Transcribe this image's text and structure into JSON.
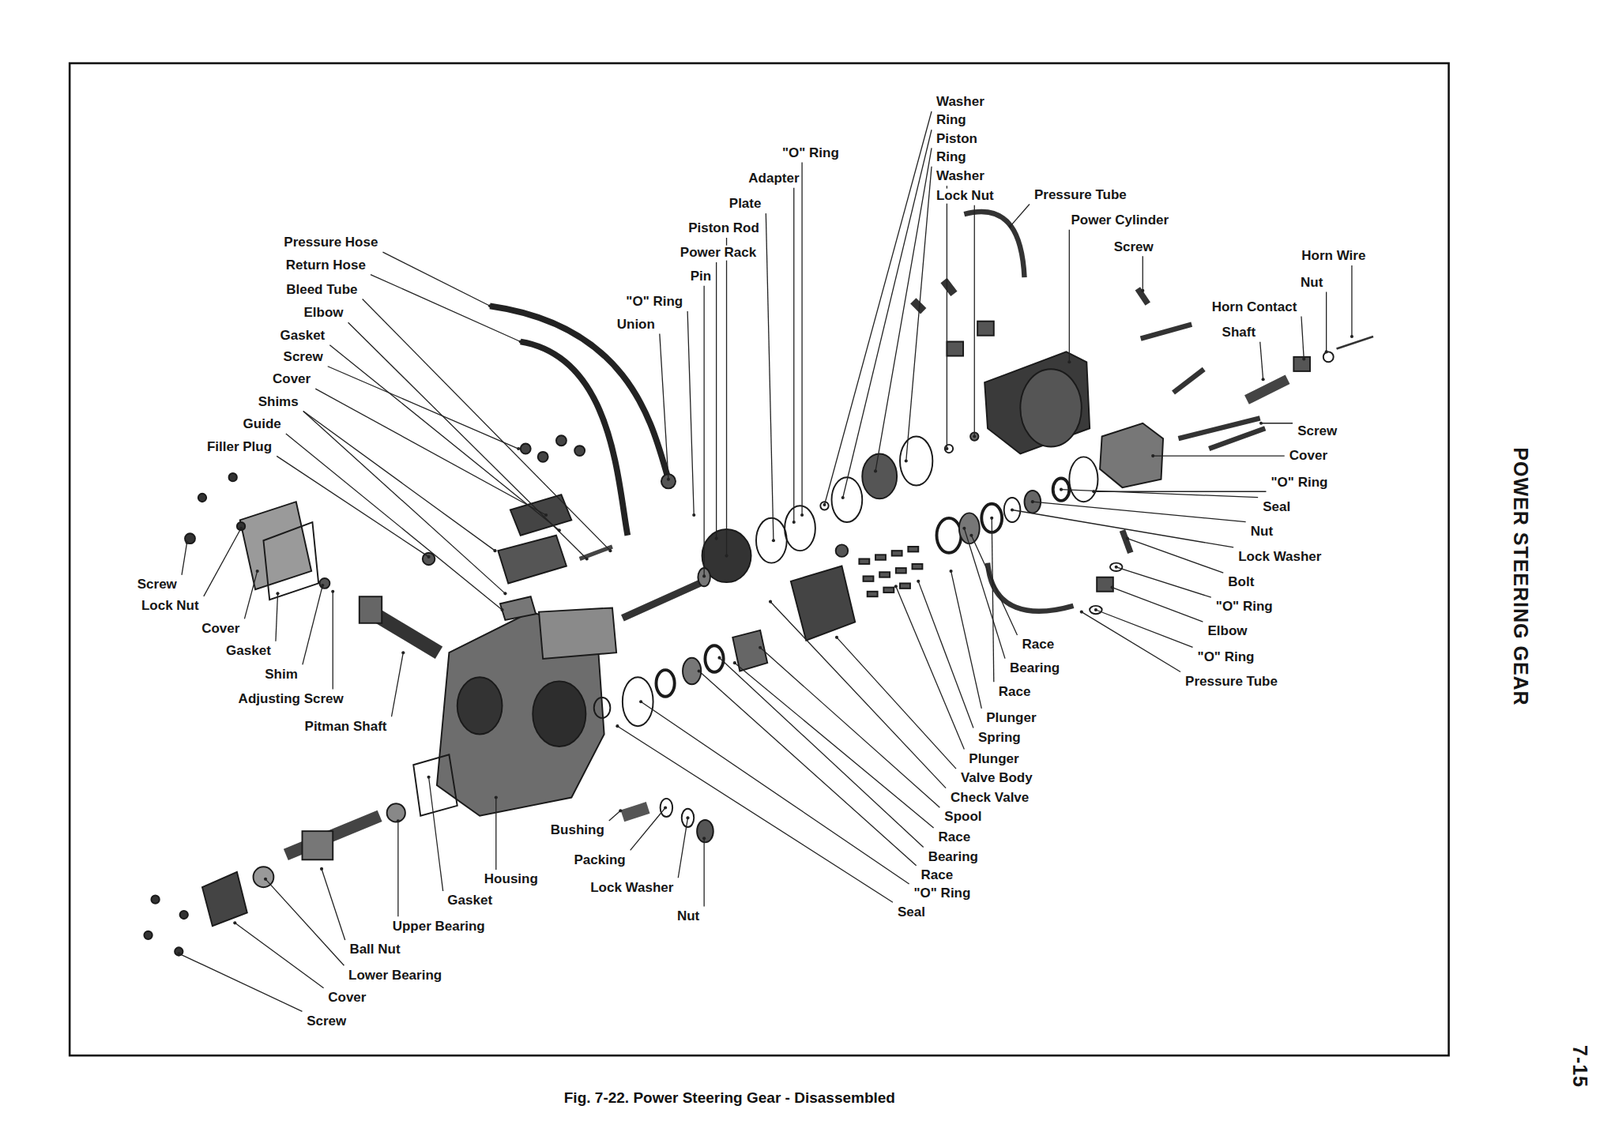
{
  "diagram": {
    "caption": "Fig. 7-22. Power Steering Gear - Disassembled",
    "labels": [
      "Pressure Hose",
      "Return Hose",
      "Bleed Tube",
      "Elbow",
      "Gasket",
      "Screw",
      "Cover",
      "Shims",
      "Guide",
      "Filler Plug",
      "Screw",
      "Lock Nut",
      "Cover",
      "Gasket",
      "Shim",
      "Adjusting Screw",
      "Pitman Shaft",
      "\"O\" Ring",
      "Adapter",
      "Plate",
      "Piston Rod",
      "Power Rack",
      "Pin",
      "\"O\" Ring",
      "Union",
      "Washer",
      "Ring",
      "Piston",
      "Ring",
      "Washer",
      "Lock Nut",
      "Pressure Tube",
      "Power Cylinder",
      "Screw",
      "Horn Wire",
      "Nut",
      "Horn Contact",
      "Shaft",
      "Screw",
      "Cover",
      "\"O\" Ring",
      "Seal",
      "Nut",
      "Lock Washer",
      "Bolt",
      "\"O\" Ring",
      "Elbow",
      "\"O\" Ring",
      "Pressure Tube",
      "Race",
      "Bearing",
      "Race",
      "Plunger",
      "Spring",
      "Plunger",
      "Valve Body",
      "Check Valve",
      "Spool",
      "Race",
      "Bearing",
      "Race",
      "\"O\" Ring",
      "Seal",
      "Bushing",
      "Packing",
      "Lock Washer",
      "Nut",
      "Housing",
      "Gasket",
      "Upper Bearing",
      "Ball Nut",
      "Lower Bearing",
      "Cover",
      "Screw",
      "POWER STEERING GEAR",
      "7-15"
    ]
  }
}
